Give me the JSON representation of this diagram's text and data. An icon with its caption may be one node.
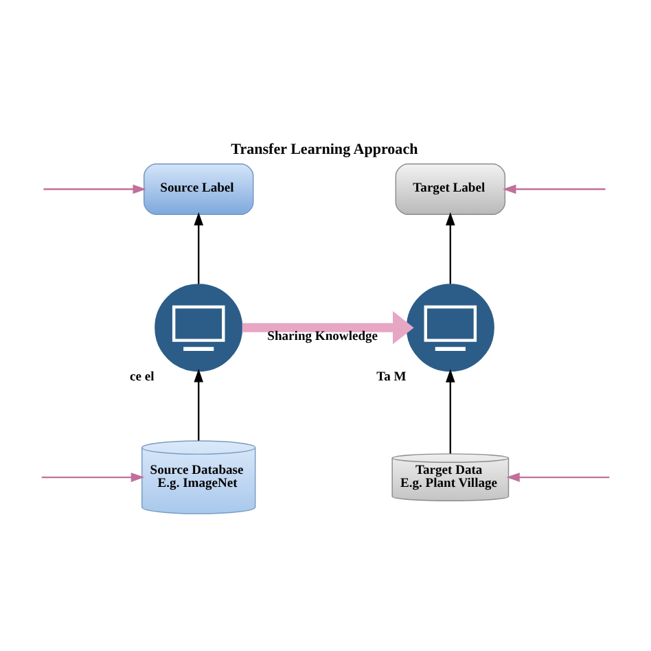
{
  "diagram": {
    "title": "Transfer Learning Approach",
    "nodes": [
      {
        "text": [
          "Source Label"
        ]
      },
      {
        "text": [
          "Target Label"
        ]
      },
      {
        "text": [],
        "shape": "circle",
        "beside": [
          "ce el"
        ]
      },
      {
        "text": [],
        "shape": "circle",
        "beside": [
          "Ta M"
        ]
      },
      {
        "text": [
          "Source Database",
          "E.g. ImageNet"
        ]
      },
      {
        "text": [
          "Target Data",
          "E.g. Plant Village"
        ]
      }
    ],
    "edges": [
      {
        "from": null,
        "to": 0,
        "arrow": "to",
        "color": "#c0709a"
      },
      {
        "from": 2,
        "to": 0,
        "arrow": "to",
        "color": "#000000"
      },
      {
        "from": 4,
        "to": 2,
        "arrow": "to",
        "color": "#000000"
      },
      {
        "from": null,
        "to": 4,
        "arrow": "to",
        "color": "#c0709a"
      },
      {
        "from": 2,
        "to": 3,
        "arrow": "to",
        "label": "Sharing Knowledge",
        "style": "thick",
        "color": "#e7a6c4"
      },
      {
        "from": null,
        "to": 1,
        "arrow": "to",
        "color": "#c0709a"
      },
      {
        "from": 3,
        "to": 1,
        "arrow": "to",
        "color": "#000000"
      },
      {
        "from": 5,
        "to": 3,
        "arrow": "to",
        "color": "#000000"
      },
      {
        "from": null,
        "to": 5,
        "arrow": "to",
        "color": "#c0709a"
      }
    ]
  }
}
